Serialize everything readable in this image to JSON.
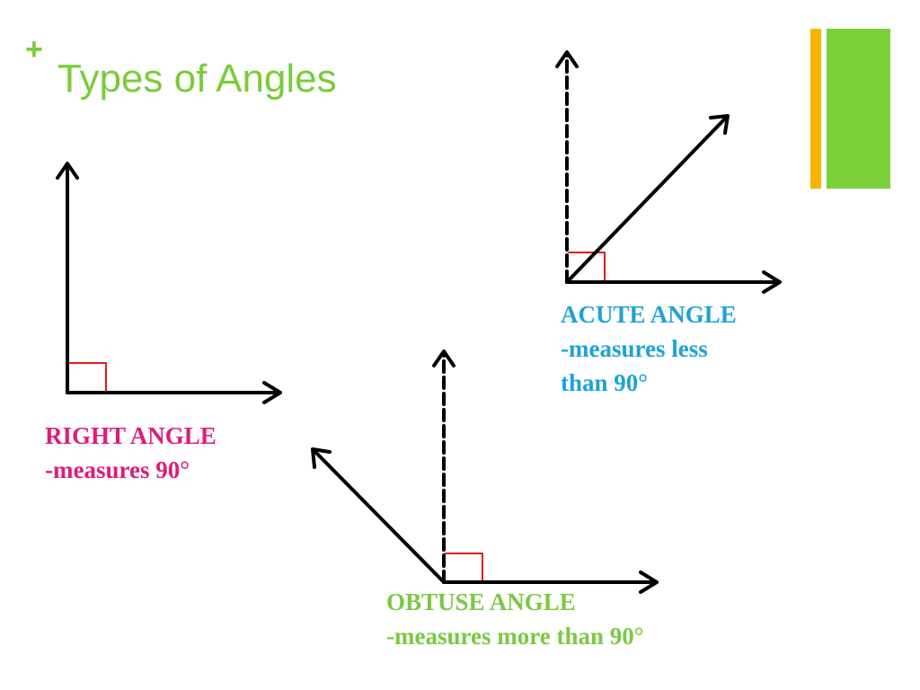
{
  "slide": {
    "bullet": "+",
    "title": "Types of Angles"
  },
  "colors": {
    "title": "#7acc3a",
    "accent_orange": "#f5b400",
    "accent_green": "#7ad13a",
    "right_angle": "#dd1d7a",
    "acute_angle": "#1ea2d8",
    "obtuse_angle": "#7ac943",
    "lines": "#000000",
    "right_angle_marker": "#e21b1b"
  },
  "right": {
    "name": "RIGHT ANGLE",
    "description": "-measures 90°"
  },
  "acute": {
    "name": "ACUTE ANGLE",
    "description_line1": "-measures less",
    "description_line2": "than 90°"
  },
  "obtuse": {
    "name": "OBTUSE ANGLE",
    "description": "-measures more than 90°"
  }
}
